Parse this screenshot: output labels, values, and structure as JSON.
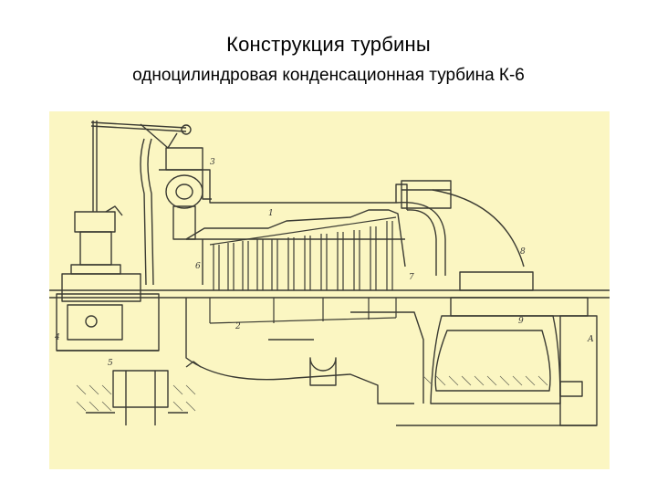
{
  "slide": {
    "title": "Конструкция турбины",
    "subtitle": "одноцилиндровая конденсационная турбина К-6"
  },
  "drawing": {
    "paper_color": "#fbf6c2",
    "ink_color": "#3a3a32",
    "callouts": [
      "3",
      "1",
      "6",
      "7",
      "8",
      "2",
      "9",
      "4",
      "5",
      "А"
    ]
  }
}
